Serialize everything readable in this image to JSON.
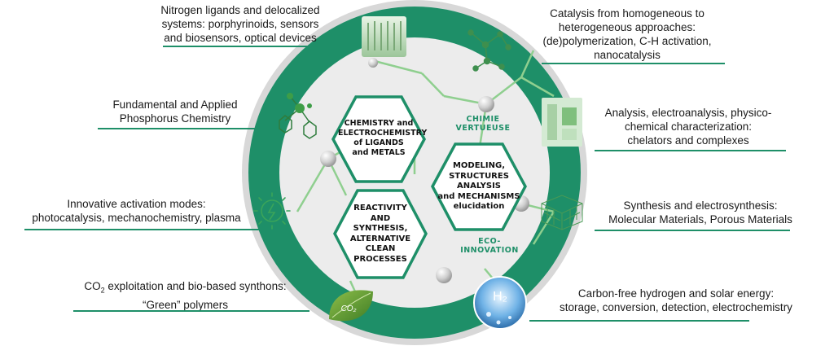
{
  "colors": {
    "ring": "#1e8f68",
    "inner": "#ececec",
    "accent": "#6fbf73",
    "text": "#1a1a1a"
  },
  "topics": {
    "nitrogen": {
      "lines": [
        "Nitrogen ligands and delocalized",
        "systems: porphyrinoids, sensors",
        "and biosensors, optical devices"
      ],
      "icon": "molecular-crystal-photo"
    },
    "phosphorus": {
      "lines": [
        "Fundamental and Applied",
        "Phosphorus Chemistry"
      ],
      "icon": "phosphorus-molecule-icon"
    },
    "activation": {
      "lines": [
        "Innovative activation modes:",
        "photocatalysis, mechanochemistry, plasma"
      ],
      "icon": "sun-bolt-icon"
    },
    "co2": {
      "prefix": "CO",
      "sub": "2",
      "suffix": " exploitation and bio-based synthons:",
      "line2": "“Green” polymers",
      "icon": "leaf-icon",
      "icon_text": "CO₂"
    },
    "catalysis": {
      "lines": [
        "Catalysis from homogeneous to",
        "heterogeneous approaches:",
        "(de)polymerization, C-H activation,",
        "nanocatalysis"
      ],
      "icon": "catalyst-molecule-icon"
    },
    "analysis": {
      "lines": [
        "Analysis, electroanalysis, physico-",
        "chemical characterization:",
        "chelators and complexes"
      ],
      "icon": "lab-instrument-photo"
    },
    "synthesis": {
      "lines": [
        "Synthesis and electrosynthesis:",
        "Molecular Materials, Porous Materials"
      ],
      "icon": "porous-framework-icon"
    },
    "hydrogen": {
      "lines": [
        "Carbon-free hydrogen and solar energy:",
        "storage, conversion, detection, electrochemistry"
      ],
      "icon": "h2-bubble-icon",
      "icon_text": "H₂"
    }
  },
  "hexagons": {
    "chemistry": {
      "lines": [
        "CHEMISTRY and",
        "ELECTROCHEMISTRY",
        "of LIGANDS",
        "and METALS"
      ]
    },
    "modeling": {
      "lines": [
        "MODELING,",
        "STRUCTURES",
        "ANALYSIS",
        "and MECHANISMS",
        "elucidation"
      ]
    },
    "reactivity": {
      "lines": [
        "REACTIVITY",
        "AND",
        "SYNTHESIS,",
        "ALTERNATIVE",
        "CLEAN",
        "PROCESSES"
      ]
    }
  },
  "ring_words": {
    "chimie": {
      "lines": [
        "CHIMIE",
        "VERTUEUSE"
      ]
    },
    "eco": {
      "lines": [
        "ECO-",
        "INNOVATION"
      ]
    }
  }
}
